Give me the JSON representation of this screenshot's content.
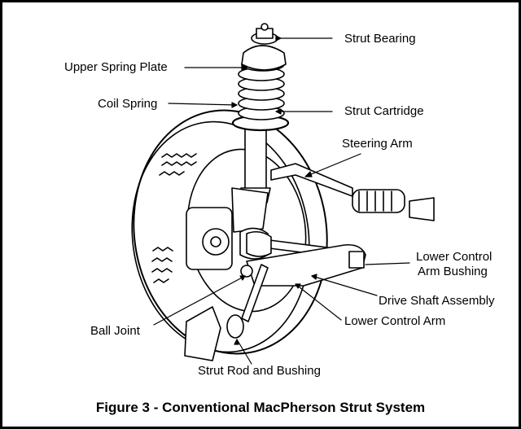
{
  "figure": {
    "caption": "Figure 3 - Conventional MacPherson Strut System",
    "labels": {
      "strut_bearing": "Strut Bearing",
      "upper_spring_plate": "Upper Spring Plate",
      "coil_spring": "Coil Spring",
      "strut_cartridge": "Strut Cartridge",
      "steering_arm": "Steering Arm",
      "lower_control_arm_bushing_line1": "Lower Control",
      "lower_control_arm_bushing_line2": "Arm Bushing",
      "drive_shaft_assembly": "Drive Shaft Assembly",
      "lower_control_arm": "Lower Control Arm",
      "ball_joint": "Ball Joint",
      "strut_rod_and_bushing": "Strut Rod and Bushing"
    }
  },
  "colors": {
    "ink": "#000000",
    "paper": "#ffffff"
  }
}
